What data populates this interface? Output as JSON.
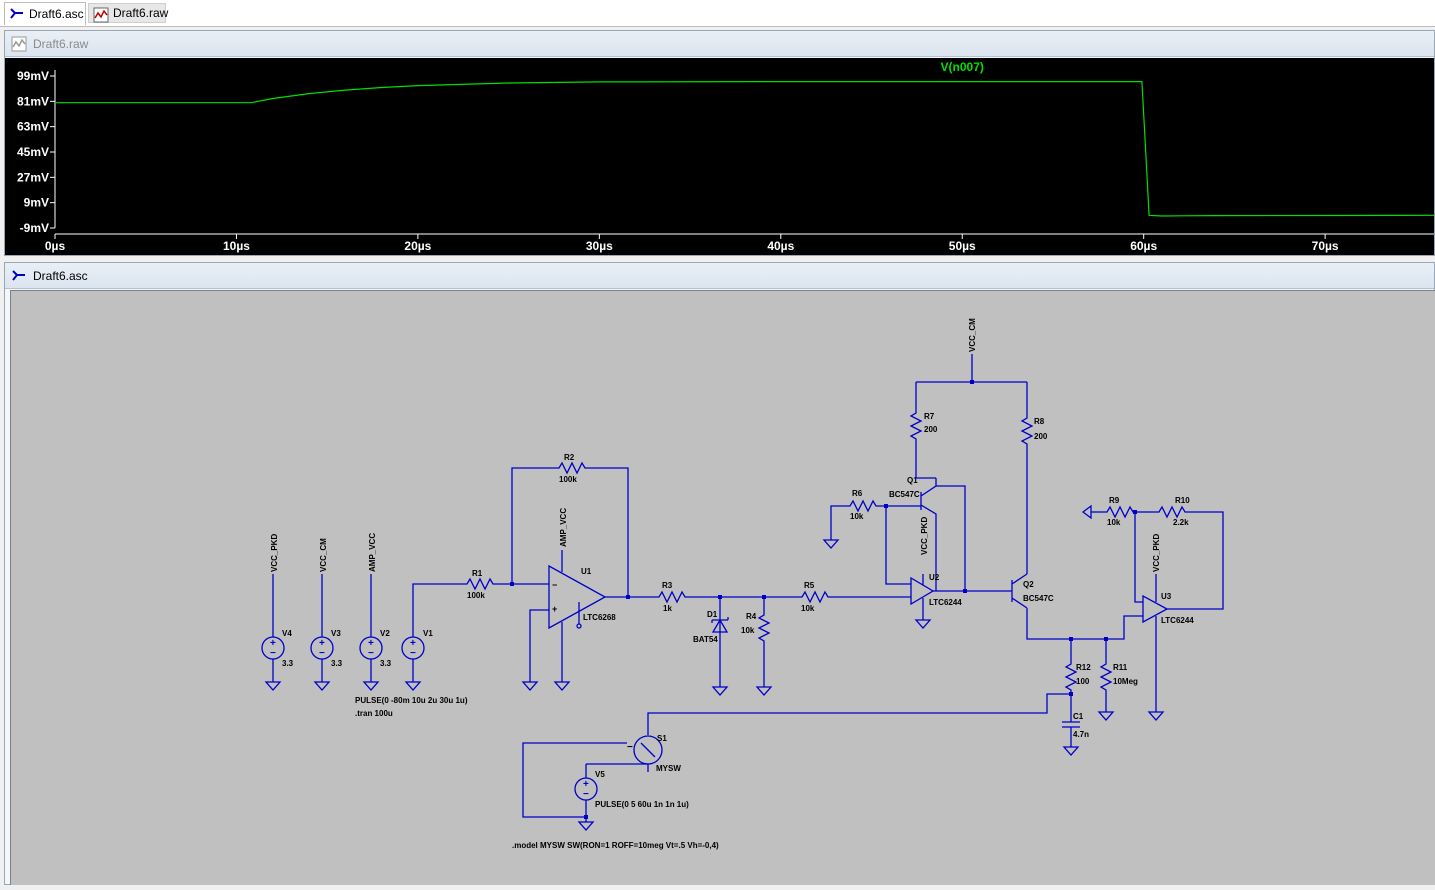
{
  "tabs": [
    {
      "label": "Draft6.asc",
      "icon": "schematic-icon"
    },
    {
      "label": "Draft6.raw",
      "icon": "waveform-icon"
    }
  ],
  "plot_window": {
    "title": "Draft6.raw",
    "trace_name": "V(n007)",
    "trace_color": "#00e000",
    "background": "#000000"
  },
  "schematic_window": {
    "title": "Draft6.asc",
    "background": "#c0c0c0",
    "wire_color": "#0000c8",
    "components": {
      "V4": {
        "name": "V4",
        "value": "3.3",
        "net": "VCC_PKD"
      },
      "V3": {
        "name": "V3",
        "value": "3.3",
        "net": "VCC_CM"
      },
      "V2": {
        "name": "V2",
        "value": "3.3",
        "net": "AMP_VCC"
      },
      "V1": {
        "name": "V1"
      },
      "V5": {
        "name": "V5",
        "value": "PULSE(0 5 60u 1n 1n 1u)"
      },
      "R1": {
        "name": "R1",
        "value": "100k"
      },
      "R2": {
        "name": "R2",
        "value": "100k"
      },
      "R3": {
        "name": "R3",
        "value": "1k"
      },
      "R4": {
        "name": "R4",
        "value": "10k"
      },
      "R5": {
        "name": "R5",
        "value": "10k"
      },
      "R6": {
        "name": "R6",
        "value": "10k"
      },
      "R7": {
        "name": "R7",
        "value": "200"
      },
      "R8": {
        "name": "R8",
        "value": "200"
      },
      "R9": {
        "name": "R9",
        "value": "10k"
      },
      "R10": {
        "name": "R10",
        "value": "2.2k"
      },
      "R11": {
        "name": "R11",
        "value": "10Meg"
      },
      "R12": {
        "name": "R12",
        "value": "100"
      },
      "C1": {
        "name": "C1",
        "value": "4.7n"
      },
      "D1": {
        "name": "D1",
        "value": "BAT54"
      },
      "U1": {
        "name": "U1",
        "value": "LTC6268",
        "net": "AMP_VCC"
      },
      "U2": {
        "name": "U2",
        "value": "LTC6244",
        "net": "VCC_PKD"
      },
      "U3": {
        "name": "U3",
        "value": "LTC6244",
        "net": "VCC_PKD"
      },
      "Q1": {
        "name": "Q1",
        "value": "BC547C"
      },
      "Q2": {
        "name": "Q2",
        "value": "BC547C"
      },
      "S1": {
        "name": "S1",
        "value": "MYSW"
      },
      "top_net": {
        "net": "VCC_CM"
      }
    },
    "directives": {
      "pulse": "PULSE(0 -80m 10u 2u 30u 1u)",
      "tran": ".tran 100u",
      "model": ".model MYSW SW(RON=1 ROFF=10meg Vt=.5 Vh=-0,4)"
    }
  },
  "chart_data": {
    "type": "line",
    "title": "",
    "xlabel": "",
    "ylabel": "",
    "x_unit": "µs",
    "xlim": [
      0,
      76
    ],
    "ylim": [
      -9,
      99
    ],
    "xticks": [
      0,
      10,
      20,
      30,
      40,
      50,
      60,
      70
    ],
    "xtick_labels": [
      "0µs",
      "10µs",
      "20µs",
      "30µs",
      "40µs",
      "50µs",
      "60µs",
      "70µs"
    ],
    "yticks": [
      -9,
      9,
      27,
      45,
      63,
      81,
      99
    ],
    "ytick_labels": [
      "-9mV",
      "9mV",
      "27mV",
      "45mV",
      "63mV",
      "81mV",
      "99mV"
    ],
    "grid": false,
    "legend_position": "top-center",
    "series": [
      {
        "name": "V(n007)",
        "color": "#00e000",
        "x": [
          0,
          10,
          10.8,
          12,
          14,
          16,
          18,
          20,
          25,
          30,
          40,
          50,
          59.9,
          60.05,
          60.3,
          61,
          62,
          64,
          70,
          76
        ],
        "y": [
          80,
          80,
          80,
          83,
          86.5,
          89,
          90.8,
          92.2,
          94,
          94.8,
          95,
          95,
          95,
          60,
          0,
          -0.5,
          -0.3,
          -0.2,
          -0.1,
          0
        ]
      }
    ]
  }
}
